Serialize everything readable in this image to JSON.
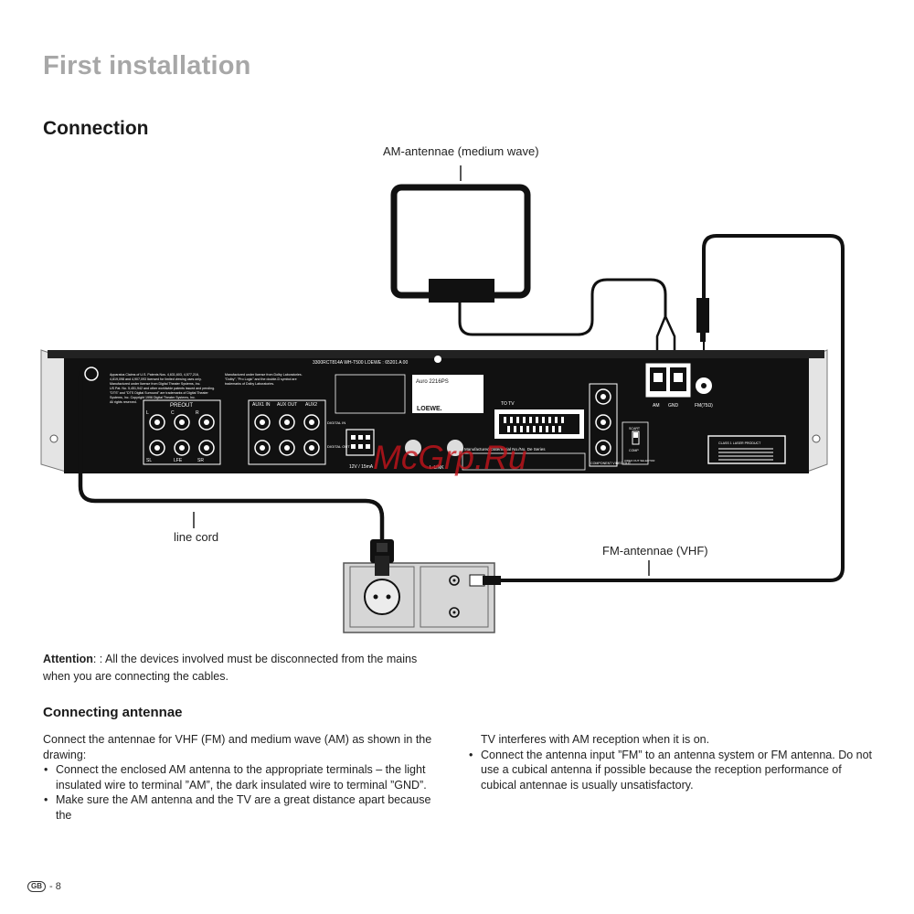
{
  "page_title": "First installation",
  "section_title": "Connection",
  "figure": {
    "am_antenna_label": "AM-antennae (medium wave)",
    "line_cord_label": "line cord",
    "fm_antenna_label": "FM-antennae (VHF)",
    "device_text": {
      "model_top": "3300RCT814A   WH-T500   LOEWE : 65201 A 00",
      "preout": "PREOUT",
      "preout_l": "L",
      "preout_c": "C",
      "preout_r": "R",
      "preout_sl": "SL",
      "preout_lfe": "LFE",
      "preout_sr": "SR",
      "aux1_in": "AUX1 IN",
      "aux_out": "AUX OUT",
      "aux2": "AUX2",
      "digital_in": "DIGITAL IN",
      "digital_out": "DIGITAL OUT",
      "power": "12V / 15mA",
      "l_link": "L-LINK",
      "to_tv": "TO TV",
      "model_label": "Auro 2216PS",
      "brand": "LOEWE.",
      "manufactured": "Manufactured/Date/Serial No./No. De Series",
      "am": "AM",
      "gnd": "GND",
      "fm": "FM(75Ω)",
      "component_video_out": "COMPONENT VIDEO OUT",
      "scart": "SCART",
      "comp": "COMP",
      "video_out_selector": "VIDEO OUT SELECTOR",
      "laser_label": "CLASS 1 LASER PRODUCT"
    },
    "watermark": "McGrp.Ru"
  },
  "attention": {
    "label": "Attention",
    "text": ": : All the devices involved must be disconnected from the mains when you are connecting the cables."
  },
  "connecting_antennae": {
    "title": "Connecting antennae",
    "intro": "Connect the antennae for VHF (FM) and medium wave (AM) as shown in the drawing:",
    "bullets": [
      "Connect the enclosed AM antenna to the appropriate terminals – the light insulated wire to terminal ”AM”, the dark insulated wire to terminal ”GND”.",
      "Make sure the AM antenna and the TV are a great distance apart because the TV interferes with AM reception when it is on.",
      "Connect the antenna input ”FM” to an antenna system or FM antenna. Do not use a cubical antenna if possible because the reception performance of cubical antennae is usually unsatisfactory."
    ],
    "bullet2_part1": "Make sure the AM antenna and the TV are a great distance apart because the",
    "bullet2_part2": "TV interferes with AM reception when it is on."
  },
  "footer": {
    "badge": "GB",
    "page": "- 8"
  },
  "colors": {
    "title_gray": "#a7a7a7",
    "device_black": "#111111",
    "watermark_red": "#c4141c",
    "socket_gray": "#d6d6d6"
  }
}
